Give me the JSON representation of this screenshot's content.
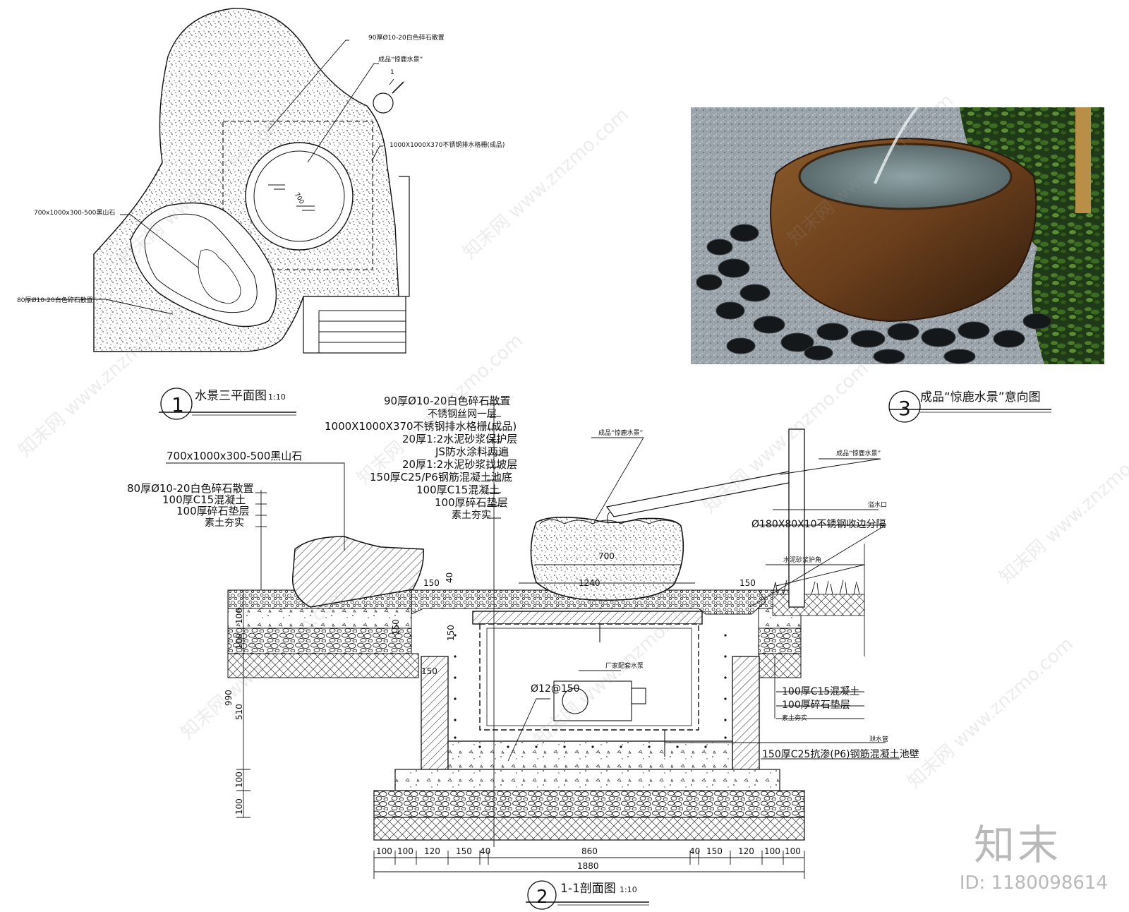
{
  "plan": {
    "title": "水景三平面图",
    "scale": "1:10",
    "number": "1",
    "labels": {
      "top_gravel": "90厚Ø10-20白色碎石散置",
      "product": "成品“惊鹿水景”",
      "section_mark": "1",
      "tank": "1000X1000X370不锈钢排水格栅(成品)",
      "rock": "700x1000x300-500黑山石",
      "side_gravel": "80厚Ø10-20白色碎石散置",
      "basin_dim": "700"
    }
  },
  "photo": {
    "title": "成品“惊鹿水景”意向图",
    "number": "3"
  },
  "section": {
    "title": "1-1剖面图",
    "scale": "1:10",
    "number": "2",
    "layers_right_stack": [
      "90厚Ø10-20白色碎石散置",
      "不锈钢丝网一层",
      "1000X1000X370不锈钢排水格栅(成品)",
      "20厚1:2水泥砂浆保护层",
      "JS防水涂料两遍",
      "20厚1:2水泥砂浆找坡层",
      "150厚C25/P6钢筋混凝土池底",
      "100厚C15混凝土",
      "100厚碎石垫层",
      "素土夯实"
    ],
    "rock_label": "700x1000x300-500黑山石",
    "layers_left_stack": [
      "80厚Ø10-20白色碎石散置",
      "100厚C15混凝土",
      "100厚碎石垫层",
      "素土夯实"
    ],
    "product_label": "成品“惊鹿水景”",
    "product_label_right": "成品“惊鹿水景”",
    "overflow": "溢水口",
    "edge_strip": "Ø180X80X10不锈钢收边分隔",
    "mortar_edge": "水泥砂浆护角",
    "pump": "厂家配套水泵",
    "rebar": "Ø12@150",
    "right_layers": [
      "100厚C15混凝土",
      "100厚碎石垫层",
      "素土夯实"
    ],
    "drain": "泄水管",
    "wall": "150厚C25抗渗(P6)钢筋混凝土池壁",
    "inner_dims": [
      "700",
      "1240"
    ],
    "edge_dims": [
      "150",
      "40",
      "150"
    ],
    "side_dims": [
      "150",
      "150",
      "150"
    ],
    "left_vertical": [
      "100",
      "100",
      "990",
      "510",
      "100",
      "100"
    ],
    "bottom_dims": [
      "100",
      "100",
      "120",
      "150",
      "40",
      "860",
      "40",
      "150",
      "120",
      "100",
      "100"
    ],
    "total_dim": "1880"
  },
  "watermark": {
    "text": "知末网 www.znzmo.com",
    "brand": "知末",
    "id": "ID: 1180098614"
  },
  "colors": {
    "line": "#111111",
    "watermark": "#b9b9b9"
  }
}
